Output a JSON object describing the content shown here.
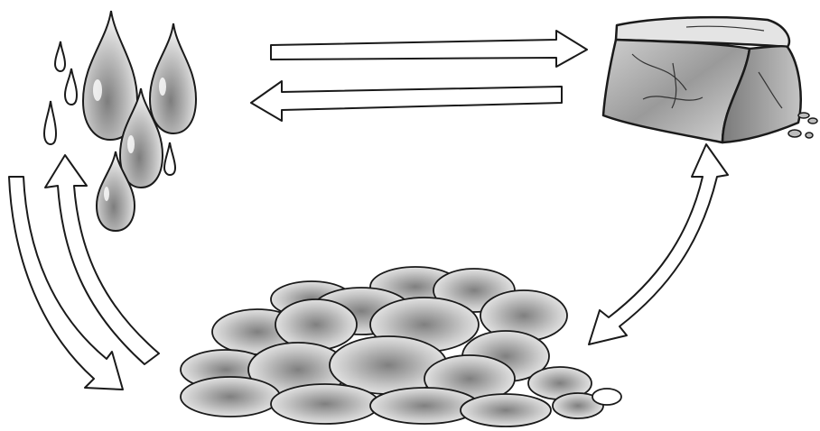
{
  "diagram": {
    "nodes": [
      {
        "id": "water",
        "icon": "water-droplets-icon"
      },
      {
        "id": "ice",
        "icon": "ice-cube-icon"
      },
      {
        "id": "steam",
        "icon": "steam-cloud-icon"
      }
    ],
    "edges": [
      {
        "from": "water",
        "to": "ice"
      },
      {
        "from": "ice",
        "to": "water"
      },
      {
        "from": "water",
        "to": "steam"
      },
      {
        "from": "steam",
        "to": "water"
      },
      {
        "from": "steam",
        "to": "ice"
      },
      {
        "from": "ice",
        "to": "steam"
      }
    ],
    "colors": {
      "stroke": "#1a1a1a",
      "shade_dark": "#8a8a8a",
      "shade_light": "#f2f2f2",
      "background": "#ffffff"
    }
  }
}
